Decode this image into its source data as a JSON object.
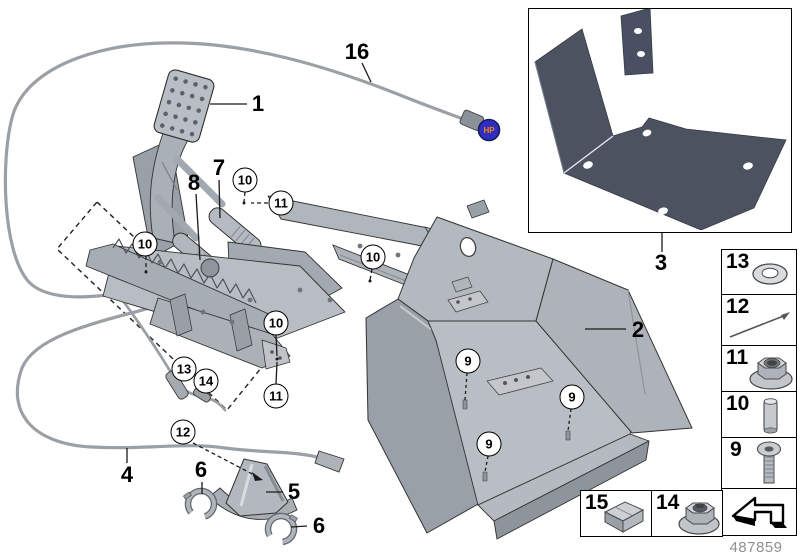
{
  "doc_number": "487859",
  "knob_label": "HP",
  "colors": {
    "metal_light": "#b7bcc2",
    "metal_mid": "#a8adb4",
    "metal_dark": "#969ca3",
    "cable": "#9aa0a6",
    "panel_dark": "#4c5260",
    "knob_blue": "#2e2ec2",
    "knob_text": "#ff8a00",
    "outline": "#333333"
  },
  "callouts": {
    "plain": [
      {
        "id": "16"
      },
      {
        "id": "1"
      },
      {
        "id": "7"
      },
      {
        "id": "8"
      },
      {
        "id": "2"
      },
      {
        "id": "3"
      },
      {
        "id": "4"
      },
      {
        "id": "6"
      },
      {
        "id": "5"
      },
      {
        "id": "6"
      }
    ],
    "circled": [
      {
        "id": "10"
      },
      {
        "id": "11"
      },
      {
        "id": "10"
      },
      {
        "id": "10"
      },
      {
        "id": "10"
      },
      {
        "id": "11"
      },
      {
        "id": "13"
      },
      {
        "id": "14"
      },
      {
        "id": "12"
      },
      {
        "id": "9"
      },
      {
        "id": "9"
      },
      {
        "id": "9"
      }
    ]
  },
  "legend": {
    "items": [
      {
        "label": "13",
        "part": "washer"
      },
      {
        "label": "12",
        "part": "cable-rod"
      },
      {
        "label": "11",
        "part": "flange-nut"
      },
      {
        "label": "10",
        "part": "pin"
      },
      {
        "label": "9",
        "part": "countersunk-screw"
      }
    ],
    "bottom": [
      {
        "label": "15",
        "part": "block"
      },
      {
        "label": "14",
        "part": "flange-lock-nut"
      }
    ]
  }
}
